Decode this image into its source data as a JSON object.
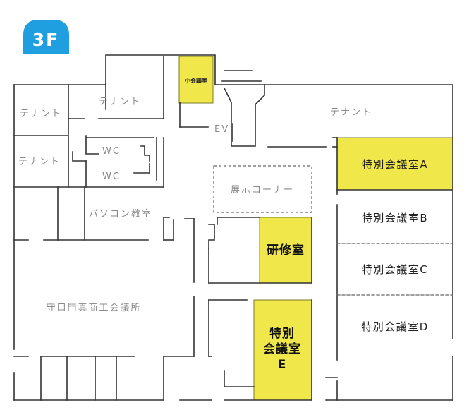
{
  "floor": {
    "label": "3F",
    "badge_color": "#1f9fe0"
  },
  "colors": {
    "highlight": "#f0e84a",
    "wall": "#333333",
    "label_grey": "#8a8a8a",
    "label_dark": "#222222"
  },
  "rooms": {
    "tenant_1": "テナント",
    "tenant_2": "テナント",
    "tenant_3": "テナント",
    "tenant_4": "テナント",
    "small_meeting": "小会議室",
    "ev": "EV",
    "wc_1": "WC",
    "wc_2": "WC",
    "exhibit_corner": "展示コーナー",
    "pc_classroom": "パソコン教室",
    "training_room": "研修室",
    "chamber_of_commerce": "守口門真商工会議所",
    "special_a": "特別会議室A",
    "special_b": "特別会議室B",
    "special_c": "特別会議室C",
    "special_d": "特別会議室D",
    "special_e_line1": "特別",
    "special_e_line2": "会議室",
    "special_e_line3": "E"
  }
}
